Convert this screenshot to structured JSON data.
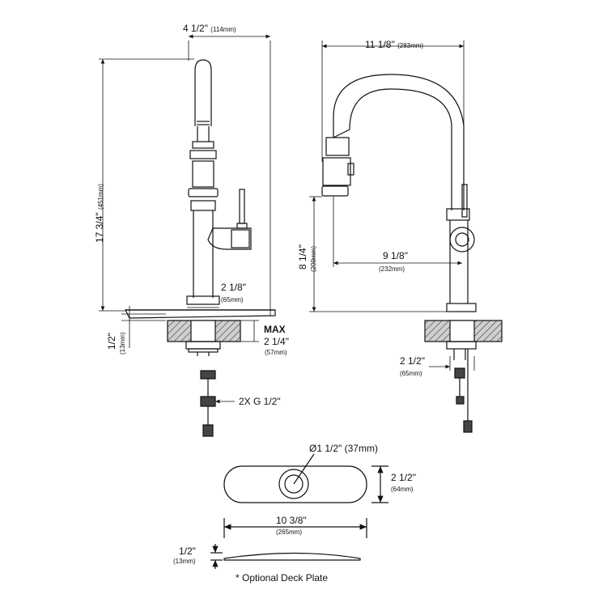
{
  "front_view": {
    "top_width": "4 1/2\"",
    "top_width_mm": "(114mm)",
    "height": "17 3/4\"",
    "height_mm": "(451mm)",
    "base_dia": "2 1/8\"",
    "base_dia_mm": "(65mm)",
    "deck_thk": "1/2\"",
    "deck_thk_mm": "(13mm)",
    "max_label": "MAX",
    "max_value": "2 1/4\"",
    "max_value_mm": "(57mm)",
    "hoses": "2X G 1/2\""
  },
  "side_view": {
    "reach_width": "11 1/8\"",
    "reach_width_mm": "(283mm)",
    "spout_height": "8 1/4\"",
    "spout_height_mm": "(209mm)",
    "spout_reach": "9 1/8\"",
    "spout_reach_mm": "(232mm)",
    "hole_dia": "2 1/2\"",
    "hole_dia_mm": "(65mm)"
  },
  "deck_plate": {
    "hole": "Ø1 1/2\" (37mm)",
    "width": "2 1/2\"",
    "width_mm": "(64mm)",
    "length": "10 3/8\"",
    "length_mm": "(265mm)",
    "thickness": "1/2\"",
    "thickness_mm": "(13mm)",
    "caption": "* Optional Deck Plate"
  }
}
